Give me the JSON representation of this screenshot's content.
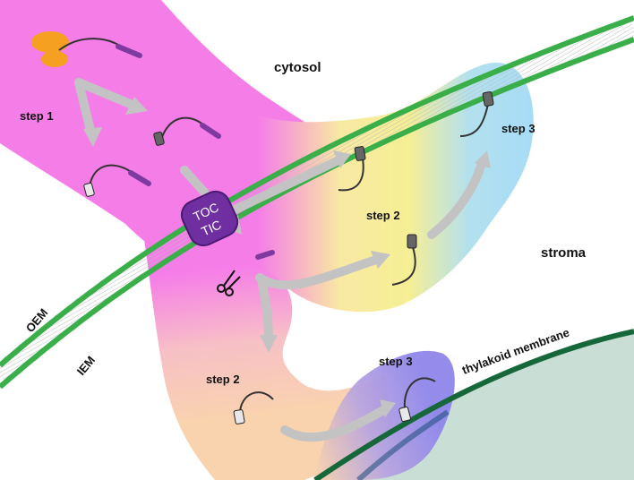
{
  "labels": {
    "cytosol": "cytosol",
    "stroma": "stroma",
    "oem": "OEM",
    "iem": "IEM",
    "thylakoid_membrane": "thylakoid membrane",
    "step1": "step 1",
    "step2_upper": "step 2",
    "step2_lower": "step 2",
    "step3_upper": "step 3",
    "step3_lower": "step 3",
    "toc": "TOC",
    "tic": "TIC"
  },
  "icons": {
    "ribosome": "ribosome-icon",
    "scissors": "scissors-icon"
  },
  "colors": {
    "cytosol_region": "#f57de8",
    "stroma_region": "#f6ef94",
    "stroma_step3_region": "#a6dcf7",
    "lower_region": "#f9d3ad",
    "thylakoid_step3_region": "#8f86ea",
    "thylakoid_lumen": "#c9ded5",
    "envelope_membrane": "#3aae49",
    "thylakoid_membrane": "#16683a",
    "translocon": "#6f2fa0",
    "transit_peptide": "#7f3a9f",
    "ribosome": "#f5a020",
    "arrow": "#c3c3c3"
  }
}
